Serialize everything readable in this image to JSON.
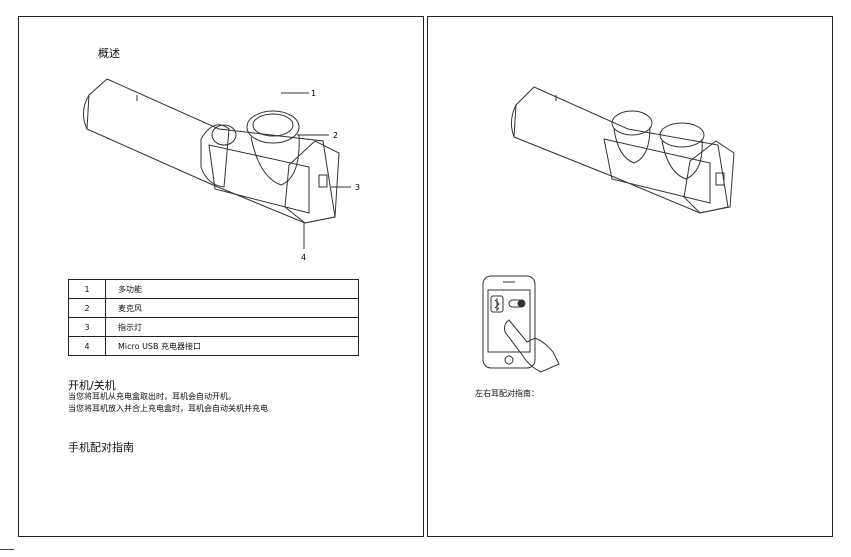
{
  "left": {
    "overview_title": "概述",
    "callouts": [
      "1",
      "2",
      "3",
      "4"
    ],
    "parts_table": [
      {
        "num": "1",
        "desc": "多功能"
      },
      {
        "num": "2",
        "desc": "麦克风"
      },
      {
        "num": "3",
        "desc": "指示灯"
      },
      {
        "num": "4",
        "desc": "Micro USB 充电器接口"
      }
    ],
    "power_title": "开机/关机",
    "power_lines": [
      "当您将耳机从充电盒取出时，耳机会自动开机。",
      "当您将耳机放入并合上充电盒时，耳机会自动关机并充电"
    ],
    "phone_pairing_title": "手机配对指南"
  },
  "right": {
    "lr_pairing_label": "左右耳配对指南："
  }
}
